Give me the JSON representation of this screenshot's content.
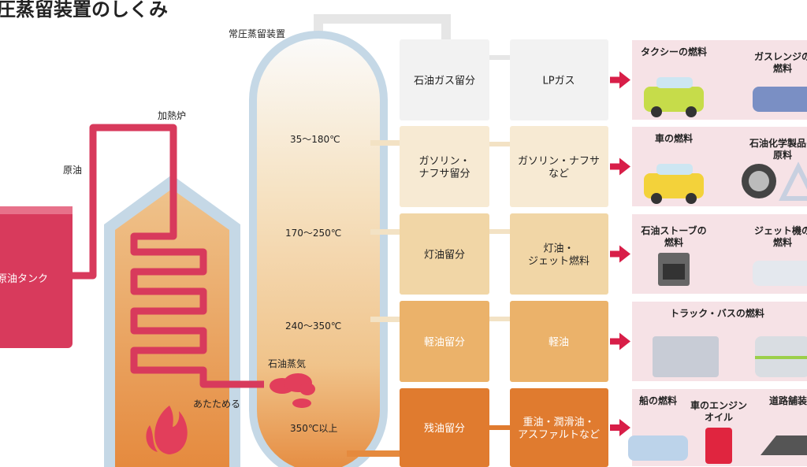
{
  "title": "圧蒸留装置のしくみ",
  "labels": {
    "column": "常圧蒸留装置",
    "furnace": "加熱炉",
    "crude": "原油",
    "tank": "原油タンク",
    "vapor": "石油蒸気",
    "heat": "あたためる"
  },
  "temperatures": [
    "35〜180℃",
    "170〜250℃",
    "240〜350℃",
    "350℃以上"
  ],
  "rows": [
    {
      "fraction": [
        "石油ガス留分"
      ],
      "product": [
        "LPガス"
      ],
      "color": "#f2f2f2",
      "uses": [
        {
          "label": [
            "タクシーの燃料"
          ],
          "icon": "taxi-icon"
        },
        {
          "label": [
            "ガスレンジの",
            "燃料"
          ],
          "icon": "gas-stove-icon"
        }
      ]
    },
    {
      "fraction": [
        "ガソリン・",
        "ナフサ留分"
      ],
      "product": [
        "ガソリン・ナフサ",
        "など"
      ],
      "color": "#f7ead3",
      "uses": [
        {
          "label": [
            "車の燃料"
          ],
          "icon": "car-icon"
        },
        {
          "label": [
            "石油化学製品の",
            "原料"
          ],
          "icon": "tire-icon"
        }
      ]
    },
    {
      "fraction": [
        "灯油留分"
      ],
      "product": [
        "灯油・",
        "ジェット燃料"
      ],
      "color": "#f1d6a6",
      "uses": [
        {
          "label": [
            "石油ストーブの",
            "燃料"
          ],
          "icon": "heater-icon"
        },
        {
          "label": [
            "ジェット機の",
            "燃料"
          ],
          "icon": "airplane-icon"
        }
      ]
    },
    {
      "fraction": [
        "軽油留分"
      ],
      "product": [
        "軽油"
      ],
      "color": "#ebb26a",
      "uses": [
        {
          "label": [
            "トラック・バスの燃料"
          ],
          "icon": "truck-bus-icon"
        }
      ]
    },
    {
      "fraction": [
        "残油留分"
      ],
      "product": [
        "重油・潤滑油・",
        "アスファルトなど"
      ],
      "color": "#e07b2f",
      "uses": [
        {
          "label": [
            "船の燃料"
          ],
          "icon": "ship-icon"
        },
        {
          "label": [
            "車のエンジン",
            "オイル"
          ],
          "icon": "oil-can-icon"
        },
        {
          "label": [
            "道路舗装"
          ],
          "icon": "road-icon"
        }
      ]
    }
  ]
}
